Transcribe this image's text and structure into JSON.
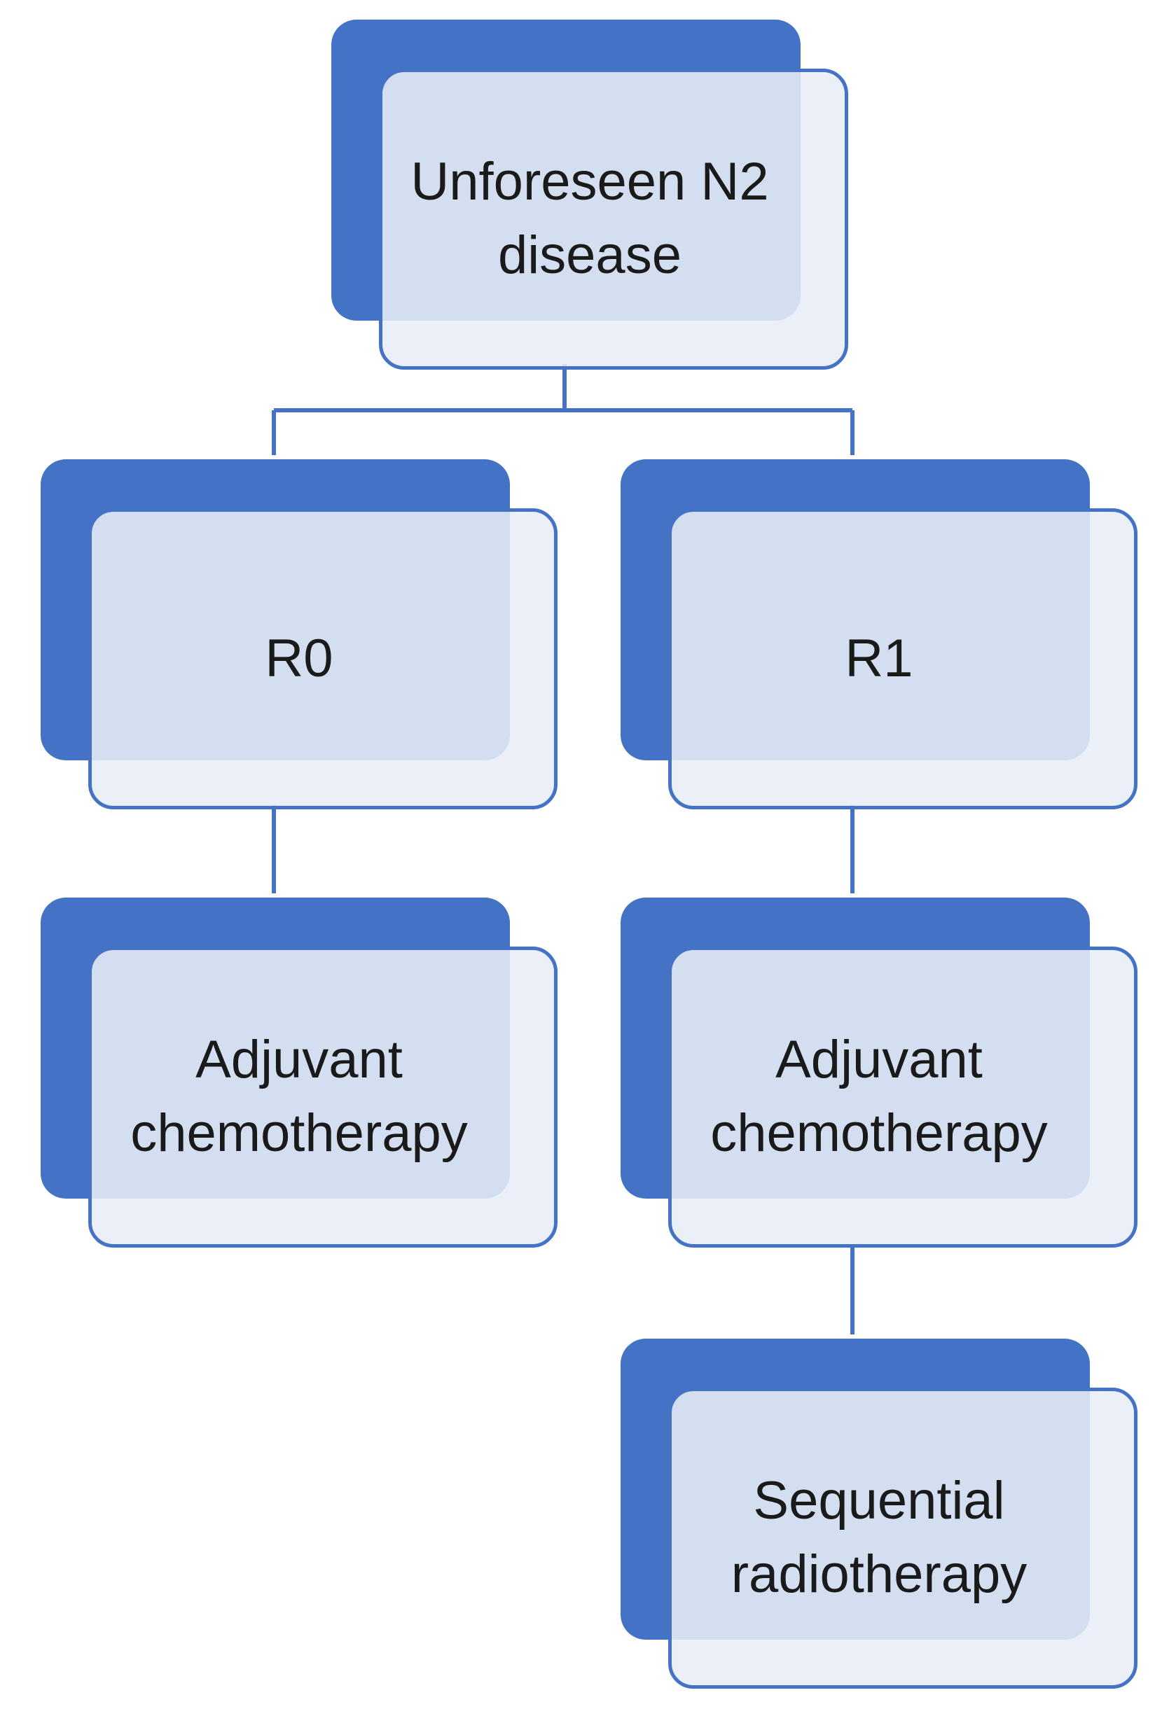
{
  "diagram": {
    "root": {
      "label": "Unforeseen N2\ndisease"
    },
    "r0": {
      "label": "R0"
    },
    "r1": {
      "label": "R1"
    },
    "r0_treatment": {
      "label": "Adjuvant\nchemotherapy"
    },
    "r1_treatment": {
      "label": "Adjuvant\nchemotherapy"
    },
    "r1_followup": {
      "label": "Sequential\nradiotherapy"
    }
  },
  "colors": {
    "accent": "#4472c4",
    "box_fill": "#e8edf7",
    "text": "#1a1a1a"
  }
}
